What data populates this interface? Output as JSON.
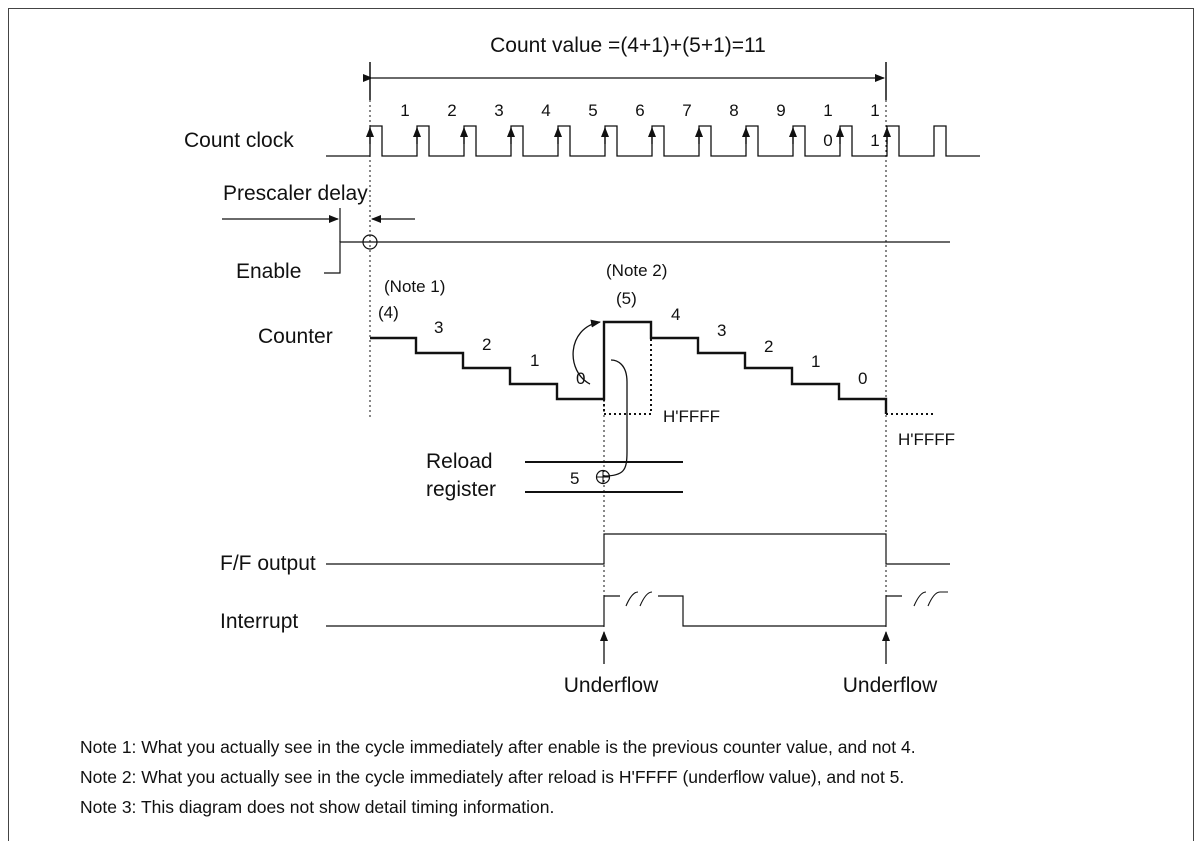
{
  "title": "Count value =(4+1)+(5+1)=11",
  "signals": {
    "count_clock": "Count clock",
    "prescaler_delay": "Prescaler delay",
    "enable": "Enable",
    "counter": "Counter",
    "reload_register_line1": "Reload",
    "reload_register_line2": "register",
    "ff_output": "F/F output",
    "interrupt": "Interrupt"
  },
  "clock_numbers": [
    "1",
    "2",
    "3",
    "4",
    "5",
    "6",
    "7",
    "8",
    "9",
    "1",
    "1"
  ],
  "clock_numbers_second_digit": [
    "0",
    "1"
  ],
  "counter_values_first": [
    "(4)",
    "3",
    "2",
    "1",
    "0"
  ],
  "counter_values_second": [
    "(5)",
    "4",
    "3",
    "2",
    "1",
    "0"
  ],
  "note1_tag": "(Note 1)",
  "note2_tag": "(Note 2)",
  "underflow_value_1": "H'FFFF",
  "underflow_value_2": "H'FFFF",
  "reload_value": "5",
  "underflow_label_1": "Underflow",
  "underflow_label_2": "Underflow",
  "notes": [
    "Note 1: What you actually see in the cycle immediately after enable is the previous counter value, and not 4.",
    "Note 2: What you actually see in the cycle immediately after reload is H'FFFF (underflow value), and not 5.",
    "Note 3: This diagram does not show detail timing information."
  ]
}
